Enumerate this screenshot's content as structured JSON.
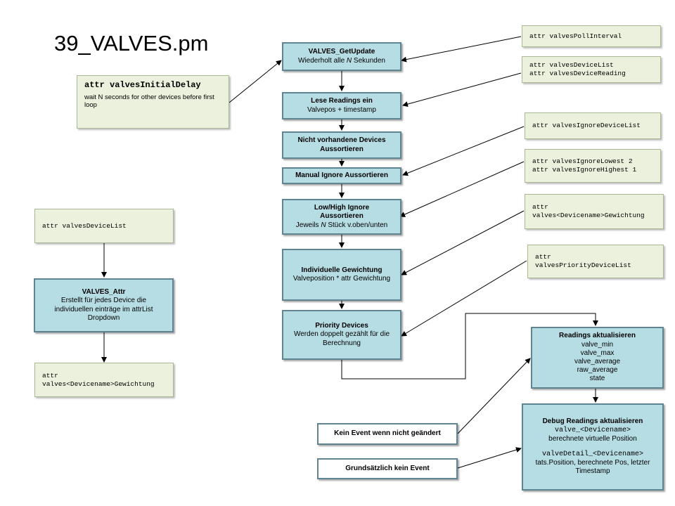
{
  "title": "39_VALVES.pm",
  "initial_delay": {
    "attr": "attr valvesInitialDelay",
    "description": "wait N seconds for other devices before first loop"
  },
  "left_column": {
    "device_list_attr": "attr valvesDeviceList",
    "valves_attr": {
      "title": "VALVES_Attr",
      "lines": [
        "Erstellt für jedes Device die",
        "individuellen einträge im attrList",
        "Dropdown"
      ]
    },
    "weighting_attr": [
      "attr",
      "valves<Devicename>Gewichtung"
    ]
  },
  "flow": {
    "get_update": {
      "title": "VALVES_GetUpdate",
      "line_prefix": "Wiederholt alle ",
      "line_n": "N",
      "line_suffix": " Sekunden"
    },
    "read_readings": {
      "title": "Lese Readings ein",
      "line": "Valvepos + timestamp"
    },
    "missing_devices": {
      "title_lines": [
        "Nicht vorhandene Devices",
        "Aussortieren"
      ]
    },
    "manual_ignore": {
      "title": "Manual Ignore Aussortieren"
    },
    "low_high_ignore": {
      "title_lines": [
        "Low/High Ignore",
        "Aussortieren"
      ],
      "line_prefix": "Jeweils ",
      "line_n": "N",
      "line_suffix": " Stück v.oben/unten"
    },
    "individual_weighting": {
      "title": "Individuelle Gewichtung",
      "line": "Valveposition * attr Gewichtung"
    },
    "priority_devices": {
      "title": "Priority Devices",
      "lines": [
        "Werden doppelt gezählt für die",
        "Berechnung"
      ]
    }
  },
  "right_column": {
    "poll_interval": [
      "attr valvesPollInterval"
    ],
    "device_list": [
      "attr valvesDeviceList",
      "attr valvesDeviceReading"
    ],
    "ignore_device_list": [
      "attr valvesIgnoreDeviceList"
    ],
    "ignore_low_high": [
      "attr valvesIgnoreLowest 2",
      "attr valvesIgnoreHighest 1"
    ],
    "weighting": [
      "attr",
      "valves<Devicename>Gewichtung"
    ],
    "priority_list": [
      "attr",
      "valvesPriorityDeviceList"
    ]
  },
  "readings": {
    "title": "Readings aktualisieren",
    "items": [
      "valve_min",
      "valve_max",
      "valve_average",
      "raw_average",
      "state"
    ]
  },
  "debug_readings": {
    "title": "Debug Readings aktualisieren",
    "reading1": "valve_<Devicename>",
    "reading1_desc": "berechnete virtuelle Position",
    "reading2": "valveDetail_<Devicename>",
    "reading2_desc": [
      "tats.Position, berechnete Pos, letzter",
      "Timestamp"
    ]
  },
  "notes": {
    "no_event_unchanged": "Kein Event wenn nicht geändert",
    "no_event": "Grundsätzlich kein Event"
  }
}
